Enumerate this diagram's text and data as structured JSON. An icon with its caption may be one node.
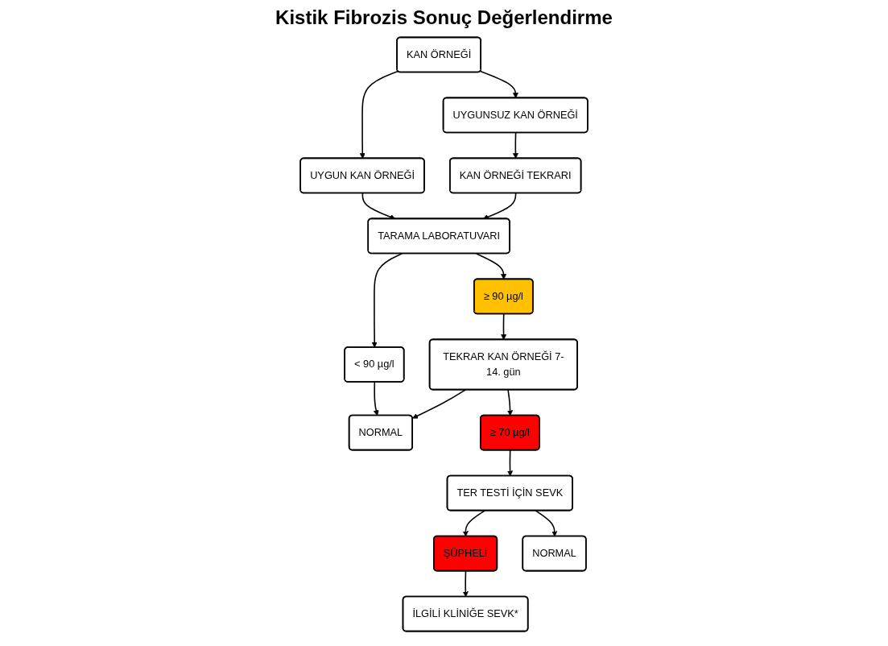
{
  "diagram": {
    "title": "Kistik Fibrozis Sonuç Değerlendirme",
    "nodes": [
      {
        "text": [
          "KAN ÖRNEĞİ"
        ]
      },
      {
        "text": [
          "UYGUNSUZ KAN ÖRNEĞİ"
        ]
      },
      {
        "text": [
          "UYGUN KAN ÖRNEĞİ"
        ]
      },
      {
        "text": [
          "KAN ÖRNEĞİ TEKRARI"
        ]
      },
      {
        "text": [
          "TARAMA LABORATUVARI"
        ]
      },
      {
        "text": [
          "< 90 µg/l"
        ]
      },
      {
        "text": [
          "≥ 90 µg/l"
        ]
      },
      {
        "text": [
          "TEKRAR KAN ÖRNEĞİ 7-14. gün"
        ]
      },
      {
        "text": [
          "NORMAL"
        ]
      },
      {
        "text": [
          "≥ 70 µg/l"
        ]
      },
      {
        "text": [
          "TER TESTİ İÇİN SEVK"
        ]
      },
      {
        "text": [
          "İLGİLİ KLİNİĞE SEVK*"
        ]
      },
      {
        "text": [
          "ŞÜPHELİ"
        ]
      },
      {
        "text": [
          "NORMAL"
        ]
      }
    ],
    "edges": [
      {
        "from": 0,
        "to": 1,
        "arrow": "to"
      },
      {
        "from": 0,
        "to": 2,
        "arrow": "to"
      },
      {
        "from": 1,
        "to": 3,
        "arrow": "to"
      },
      {
        "from": 2,
        "to": 4,
        "arrow": "to"
      },
      {
        "from": 3,
        "to": 4,
        "arrow": "to"
      },
      {
        "from": 4,
        "to": 5,
        "arrow": "to"
      },
      {
        "from": 4,
        "to": 6,
        "arrow": "to"
      },
      {
        "from": 5,
        "to": 8,
        "arrow": "to"
      },
      {
        "from": 6,
        "to": 7,
        "arrow": "to"
      },
      {
        "from": 7,
        "to": 8,
        "arrow": "to"
      },
      {
        "from": 7,
        "to": 9,
        "arrow": "to"
      },
      {
        "from": 9,
        "to": 10,
        "arrow": "to"
      },
      {
        "from": 10,
        "to": 12,
        "arrow": "to"
      },
      {
        "from": 10,
        "to": 13,
        "arrow": "to"
      },
      {
        "from": 12,
        "to": 11,
        "arrow": "to"
      }
    ]
  }
}
